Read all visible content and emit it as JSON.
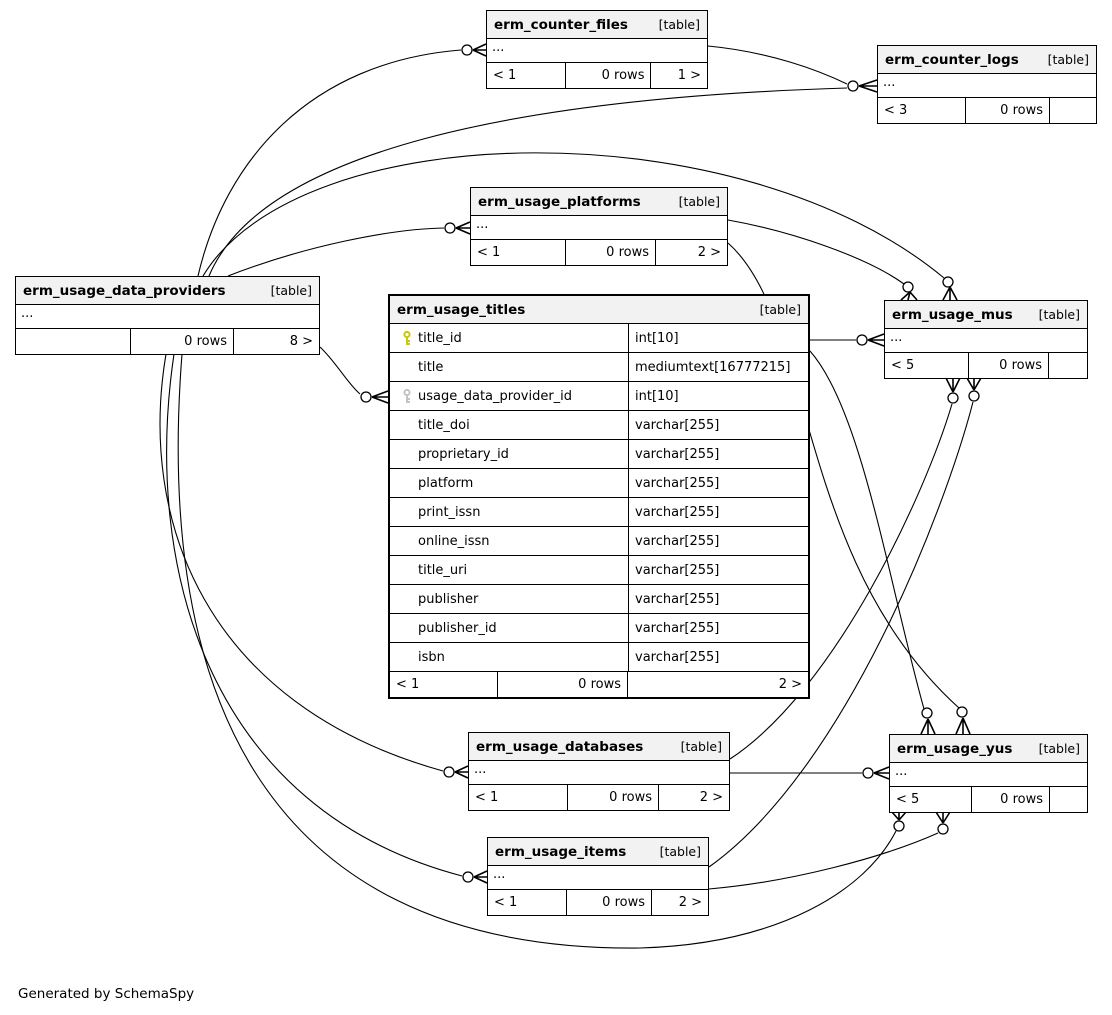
{
  "credit": "Generated by SchemaSpy",
  "colors": {
    "header_bg": "#f2f2f2",
    "border": "#000000",
    "primary_key_icon": "#c9c900",
    "foreign_key_icon": "#c4c4c4"
  },
  "tables": {
    "counter_files": {
      "name": "erm_counter_files",
      "tag": "[table]",
      "ellipsis": "...",
      "footer": {
        "imports": "< 1",
        "rows": "0 rows",
        "exports": "1 >"
      }
    },
    "counter_logs": {
      "name": "erm_counter_logs",
      "tag": "[table]",
      "ellipsis": "...",
      "footer": {
        "imports": "< 3",
        "rows": "0 rows",
        "exports": ""
      }
    },
    "platforms": {
      "name": "erm_usage_platforms",
      "tag": "[table]",
      "ellipsis": "...",
      "footer": {
        "imports": "< 1",
        "rows": "0 rows",
        "exports": "2 >"
      }
    },
    "data_providers": {
      "name": "erm_usage_data_providers",
      "tag": "[table]",
      "ellipsis": "...",
      "footer": {
        "imports": "",
        "rows": "0 rows",
        "exports": "8 >"
      }
    },
    "titles": {
      "name": "erm_usage_titles",
      "tag": "[table]",
      "columns": [
        {
          "name": "title_id",
          "type": "int[10]",
          "key": "pk"
        },
        {
          "name": "title",
          "type": "mediumtext[16777215]",
          "key": ""
        },
        {
          "name": "usage_data_provider_id",
          "type": "int[10]",
          "key": "fk"
        },
        {
          "name": "title_doi",
          "type": "varchar[255]",
          "key": ""
        },
        {
          "name": "proprietary_id",
          "type": "varchar[255]",
          "key": ""
        },
        {
          "name": "platform",
          "type": "varchar[255]",
          "key": ""
        },
        {
          "name": "print_issn",
          "type": "varchar[255]",
          "key": ""
        },
        {
          "name": "online_issn",
          "type": "varchar[255]",
          "key": ""
        },
        {
          "name": "title_uri",
          "type": "varchar[255]",
          "key": ""
        },
        {
          "name": "publisher",
          "type": "varchar[255]",
          "key": ""
        },
        {
          "name": "publisher_id",
          "type": "varchar[255]",
          "key": ""
        },
        {
          "name": "isbn",
          "type": "varchar[255]",
          "key": ""
        }
      ],
      "footer": {
        "imports": "< 1",
        "rows": "0 rows",
        "exports": "2 >"
      }
    },
    "mus": {
      "name": "erm_usage_mus",
      "tag": "[table]",
      "ellipsis": "...",
      "footer": {
        "imports": "< 5",
        "rows": "0 rows",
        "exports": ""
      }
    },
    "databases": {
      "name": "erm_usage_databases",
      "tag": "[table]",
      "ellipsis": "...",
      "footer": {
        "imports": "< 1",
        "rows": "0 rows",
        "exports": "2 >"
      }
    },
    "yus": {
      "name": "erm_usage_yus",
      "tag": "[table]",
      "ellipsis": "...",
      "footer": {
        "imports": "< 5",
        "rows": "0 rows",
        "exports": ""
      }
    },
    "items": {
      "name": "erm_usage_items",
      "tag": "[table]",
      "ellipsis": "...",
      "footer": {
        "imports": "< 1",
        "rows": "0 rows",
        "exports": "2 >"
      }
    }
  }
}
